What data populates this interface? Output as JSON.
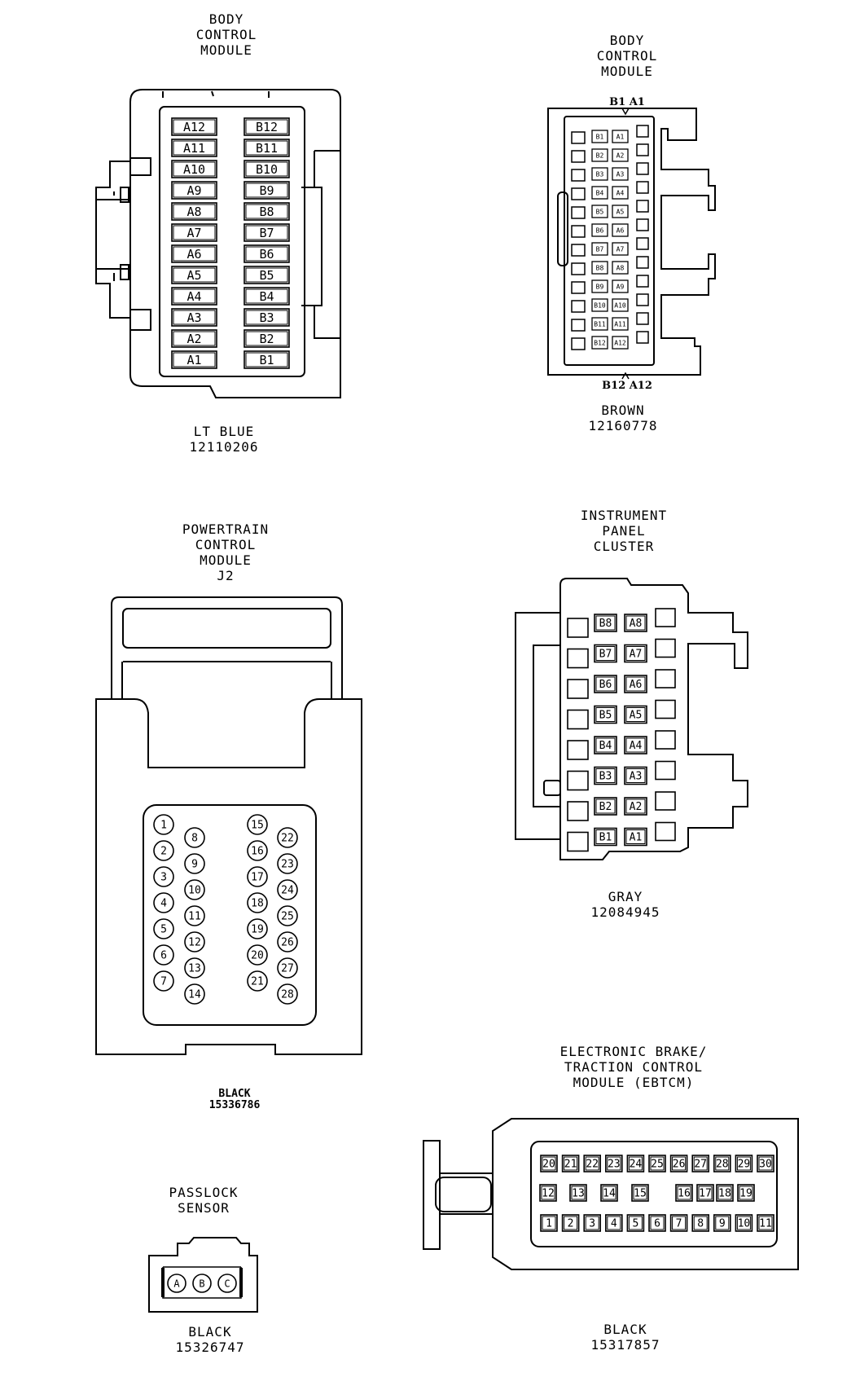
{
  "connectors": {
    "bcm_a": {
      "title": [
        "BODY",
        "CONTROL",
        "MODULE"
      ],
      "color": "LT BLUE",
      "part": "12110206",
      "col_a": [
        "A12",
        "A11",
        "A10",
        "A9",
        "A8",
        "A7",
        "A6",
        "A5",
        "A4",
        "A3",
        "A2",
        "A1"
      ],
      "col_b": [
        "B12",
        "B11",
        "B10",
        "B9",
        "B8",
        "B7",
        "B6",
        "B5",
        "B4",
        "B3",
        "B2",
        "B1"
      ]
    },
    "bcm_b": {
      "title": [
        "BODY",
        "CONTROL",
        "MODULE"
      ],
      "top_callout": "B1  A1",
      "bottom_callout": "B12  A12",
      "color": "BROWN",
      "part": "12160778",
      "col_b": [
        "B1",
        "B2",
        "B3",
        "B4",
        "B5",
        "B6",
        "B7",
        "B8",
        "B9",
        "B10",
        "B11",
        "B12"
      ],
      "col_a": [
        "A1",
        "A2",
        "A3",
        "A4",
        "A5",
        "A6",
        "A7",
        "A8",
        "A9",
        "A10",
        "A11",
        "A12"
      ]
    },
    "pcm": {
      "title": [
        "POWERTRAIN",
        "CONTROL",
        "MODULE",
        "J2"
      ],
      "color": "BLACK",
      "part": "15336786",
      "col1": [
        "1",
        "2",
        "3",
        "4",
        "5",
        "6",
        "7"
      ],
      "col2": [
        "8",
        "9",
        "10",
        "11",
        "12",
        "13",
        "14"
      ],
      "col3": [
        "15",
        "16",
        "17",
        "18",
        "19",
        "20",
        "21"
      ],
      "col4": [
        "22",
        "23",
        "24",
        "25",
        "26",
        "27",
        "28"
      ]
    },
    "ipc": {
      "title": [
        "INSTRUMENT",
        "PANEL",
        "CLUSTER"
      ],
      "color": "GRAY",
      "part": "12084945",
      "col_b": [
        "B8",
        "B7",
        "B6",
        "B5",
        "B4",
        "B3",
        "B2",
        "B1"
      ],
      "col_a": [
        "A8",
        "A7",
        "A6",
        "A5",
        "A4",
        "A3",
        "A2",
        "A1"
      ]
    },
    "passlock": {
      "title": [
        "PASSLOCK",
        "SENSOR"
      ],
      "color": "BLACK",
      "part": "15326747",
      "pins": [
        "A",
        "B",
        "C"
      ]
    },
    "ebtcm": {
      "title": [
        "ELECTRONIC BRAKE/",
        "TRACTION CONTROL",
        "MODULE (EBTCM)"
      ],
      "color": "BLACK",
      "part": "15317857",
      "row_top": [
        "20",
        "21",
        "22",
        "23",
        "24",
        "25",
        "26",
        "27",
        "28",
        "29",
        "30"
      ],
      "row_mid": [
        "12",
        "13",
        "14",
        "15",
        "16",
        "17",
        "18",
        "19"
      ],
      "row_bot": [
        "1",
        "2",
        "3",
        "4",
        "5",
        "6",
        "7",
        "8",
        "9",
        "10",
        "11"
      ]
    }
  }
}
